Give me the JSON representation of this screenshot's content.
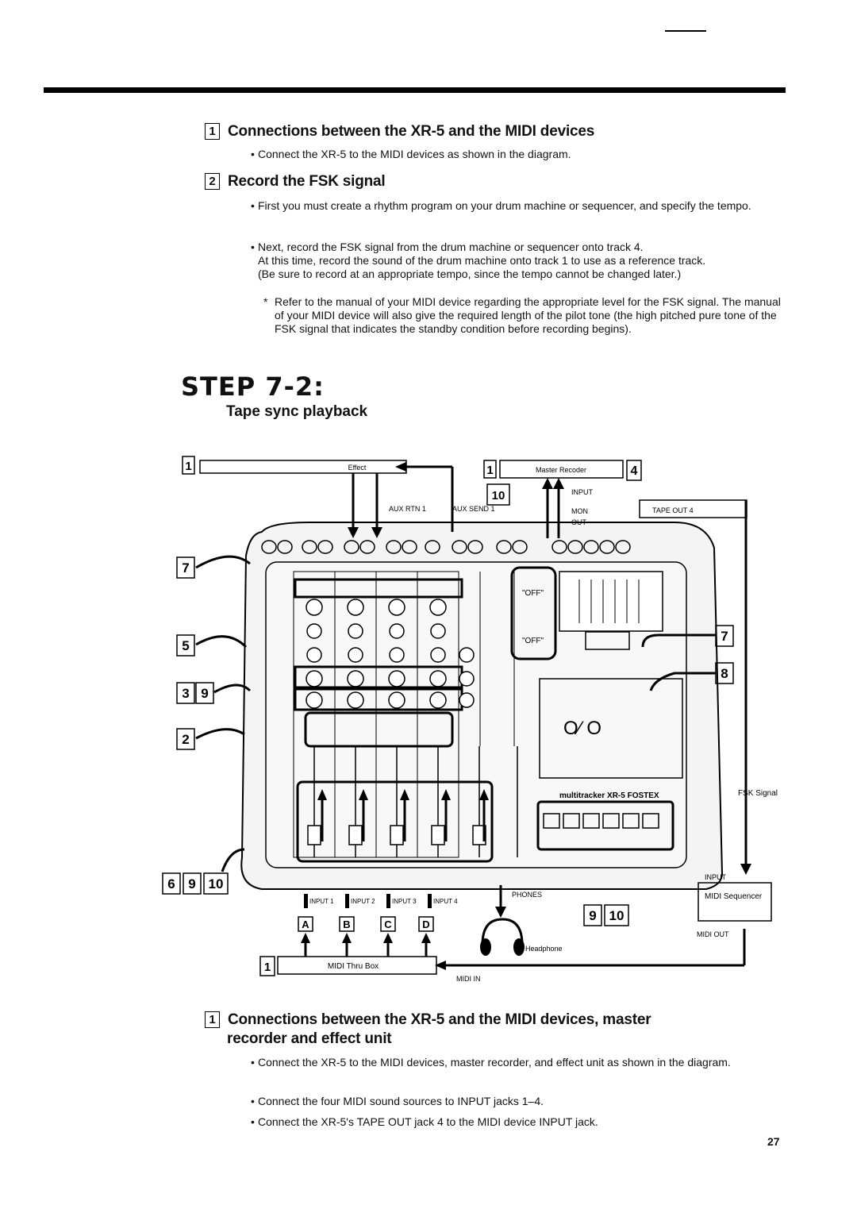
{
  "section1": {
    "number": "1",
    "title": "Connections between the XR-5 and the MIDI devices",
    "bullet": "Connect the XR-5 to the MIDI devices as shown in the diagram."
  },
  "section2": {
    "number": "2",
    "title": "Record the FSK signal",
    "bullet1": "First you must create a rhythm program on your drum machine or sequencer, and specify the tempo.",
    "bullet2_line1": "Next, record the FSK signal from the drum machine or sequencer onto track 4.",
    "bullet2_line2": "At this time, record the sound of the drum machine onto track 1 to use as a reference track.",
    "bullet2_line3": "(Be sure to record at an appropriate tempo, since the tempo cannot be changed later.)",
    "note": "Refer to the manual of your MIDI device regarding the appropriate level for the FSK signal. The manual of your MIDI device will also give the required length of the pilot tone (the high pitched pure tone of the FSK signal that indicates the standby condition before recording begins)."
  },
  "step": {
    "title": "STEP 7-2:",
    "subtitle": "Tape sync playback"
  },
  "diagram": {
    "effect_label": "Effect",
    "master_recorder_label": "Master Recoder",
    "input_label": "INPUT",
    "mon_label": "MON",
    "out_label": "OUT",
    "tape_out_label": "TAPE OUT 4",
    "aux_rtn_label": "AUX RTN 1",
    "aux_send_label": "AUX SEND 1",
    "off_label": "\"OFF\"",
    "brand_label": "multitracker XR-5 FOSTEX",
    "fsk_signal_label": "FSK Signal",
    "midi_input_label": "INPUT",
    "midi_seq_label": "MIDI Sequencer",
    "midi_out_label": "MIDI OUT",
    "phones_label": "PHONES",
    "headphone_label": "Headphone",
    "midi_thru_label": "MIDI Thru Box",
    "midi_in_label": "MIDI IN",
    "input_jacks": [
      "INPUT 1",
      "INPUT 2",
      "INPUT 3",
      "INPUT 4"
    ],
    "source_labels": [
      "A",
      "B",
      "C",
      "D"
    ],
    "callouts": {
      "c1a": "1",
      "c1b": "1",
      "c4": "4",
      "c10a": "10",
      "c7a": "7",
      "c5": "5",
      "c3": "3",
      "c9a": "9",
      "c2": "2",
      "c6": "6",
      "c9b": "9",
      "c10b": "10",
      "c7b": "7",
      "c8": "8",
      "c9c": "9",
      "c10c": "10",
      "c1c": "1"
    }
  },
  "section3": {
    "number": "1",
    "title_line1": "Connections between the XR-5 and the MIDI devices, master",
    "title_line2": "recorder and effect unit",
    "bullet1": "Connect the XR-5 to the MIDI devices, master recorder, and effect unit as shown in the diagram.",
    "bullet2": "Connect the four MIDI sound sources to INPUT jacks 1–4.",
    "bullet3": "Connect the XR-5's TAPE OUT jack 4 to the MIDI device INPUT jack."
  },
  "page_number": "27"
}
